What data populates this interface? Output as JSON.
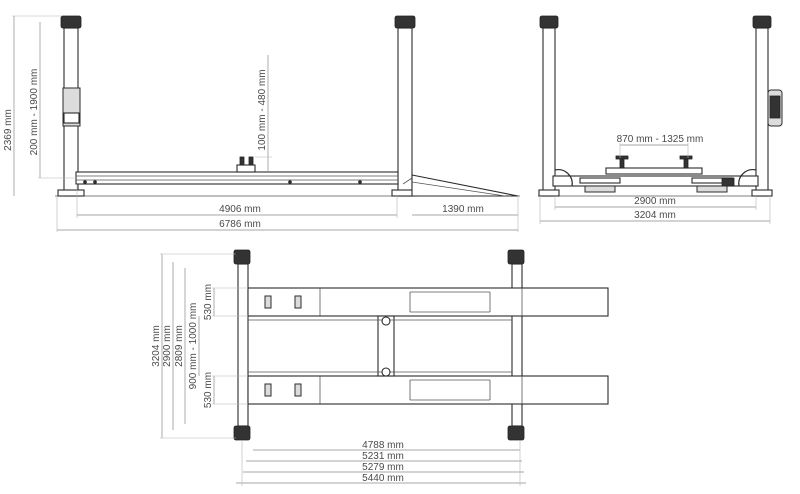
{
  "side_view": {
    "height_total": "2369 mm",
    "lift_range": "200 mm - 1900 mm",
    "jack_range": "100 mm - 480 mm",
    "platform_length": "4906 mm",
    "ramp_length": "1390 mm",
    "overall_length": "6786 mm"
  },
  "end_view": {
    "jack_span": "870 mm - 1325 mm",
    "inner_width": "2900 mm",
    "overall_width": "3204 mm"
  },
  "top_view": {
    "overall_width": "3204 mm",
    "inner_width": "2900 mm",
    "column_span": "2809 mm",
    "runway_gap": "900 mm - 1000 mm",
    "runway_width_top": "530 mm",
    "runway_width_bottom": "530 mm",
    "length_a": "4788 mm",
    "length_b": "5231 mm",
    "length_c": "5279 mm",
    "length_d": "5440 mm"
  },
  "colors": {
    "line": "#2b2b2b",
    "dimension": "#8a8a8a",
    "text": "#4a4a4a"
  }
}
